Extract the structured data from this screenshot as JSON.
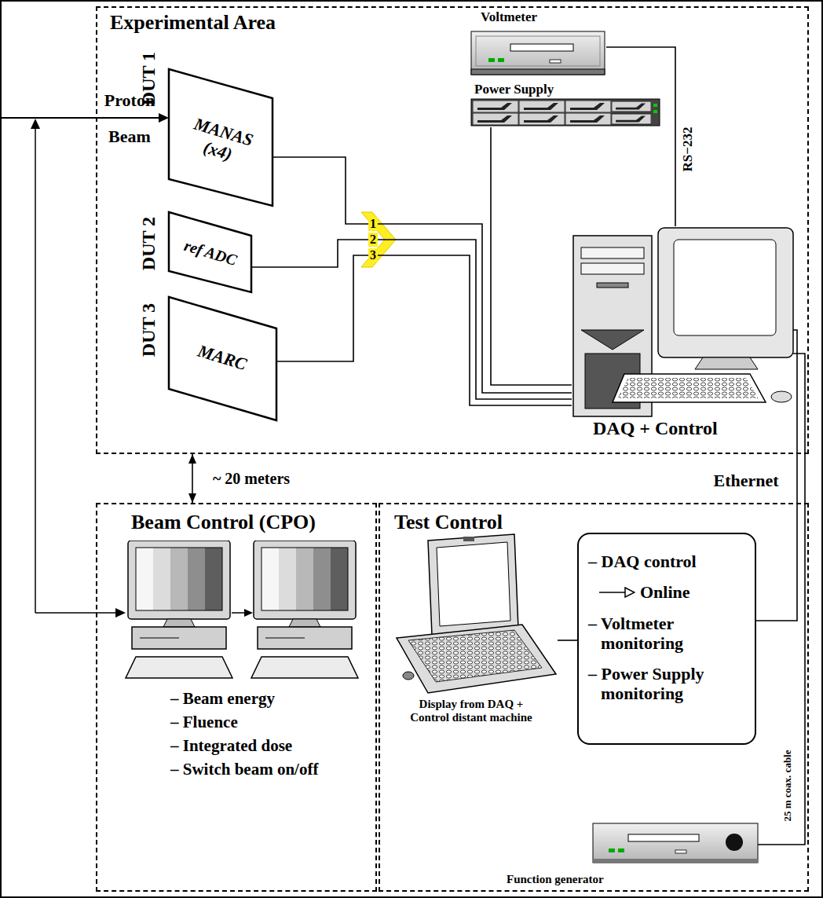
{
  "diagram": {
    "nodes": [
      {
        "text": [
          "Experimental Area"
        ]
      },
      {
        "text": [
          "DUT 1",
          "MANAS (x4)"
        ],
        "in": 0
      },
      {
        "text": [
          "DUT 2",
          "ref ADC"
        ],
        "in": 0
      },
      {
        "text": [
          "DUT 3",
          "MARC"
        ],
        "in": 0
      },
      {
        "text": [
          "Voltmeter"
        ],
        "in": 0
      },
      {
        "text": [
          "Power Supply"
        ],
        "in": 0
      },
      {
        "text": [
          "DAQ + Control"
        ],
        "in": 0
      },
      {
        "text": [
          "Beam Control (CPO)",
          "– Beam energy",
          "– Fluence",
          "– Integrated dose",
          "– Switch beam on/off"
        ]
      },
      {
        "text": [
          "Test Control"
        ]
      },
      {
        "text": [
          "Display from DAQ + Control distant machine"
        ],
        "in": 8
      },
      {
        "text": [
          "– DAQ control",
          "Online",
          "– Voltmeter monitoring",
          "– Power Supply monitoring"
        ],
        "in": 8
      },
      {
        "text": [
          "Function generator"
        ],
        "in": 8
      }
    ],
    "edges": [
      {
        "from": 1,
        "to": 6,
        "label": "1",
        "arrow": "none"
      },
      {
        "from": 2,
        "to": 6,
        "label": "2",
        "arrow": "none"
      },
      {
        "from": 3,
        "to": 6,
        "label": "3",
        "arrow": "none"
      },
      {
        "from": 4,
        "to": 6,
        "label": "RS−232",
        "arrow": "none"
      },
      {
        "from": 5,
        "to": 6,
        "arrow": "none"
      },
      {
        "from": 6,
        "to": 10,
        "label": "Ethernet",
        "arrow": "none"
      },
      {
        "from": 11,
        "to": 6,
        "label": "25 m coax. cable",
        "arrow": "none"
      },
      {
        "from": 10,
        "to": 9,
        "arrow": "none"
      },
      {
        "from": 0,
        "to": 7,
        "label": "~ 20 meters",
        "arrow": "both"
      }
    ],
    "labels": [
      "Proton",
      "Beam"
    ]
  }
}
